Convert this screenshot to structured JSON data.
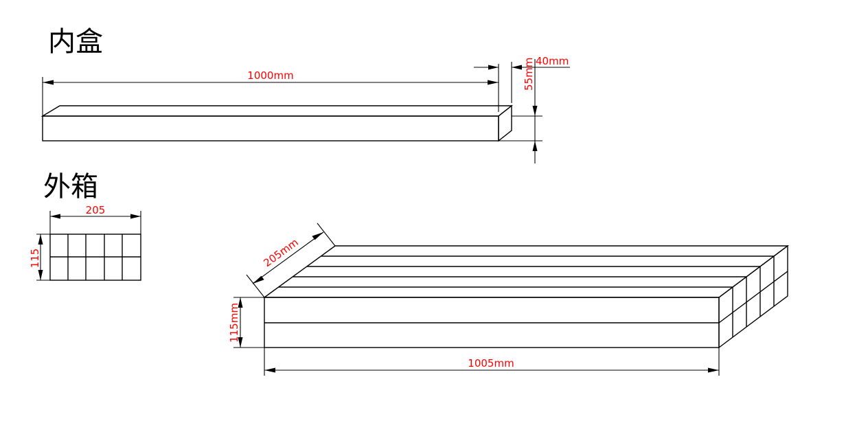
{
  "inner_box": {
    "title": "内盒",
    "length_label": "1000mm",
    "width_label": "40mm",
    "height_label": "55mm"
  },
  "outer_box": {
    "title": "外箱",
    "end_width_label": "205",
    "end_height_label": "115",
    "depth_label": "205mm",
    "height_label": "115mm",
    "length_label": "1005mm"
  },
  "colors": {
    "line": "#000000",
    "dimension_text": "#ff0000"
  }
}
